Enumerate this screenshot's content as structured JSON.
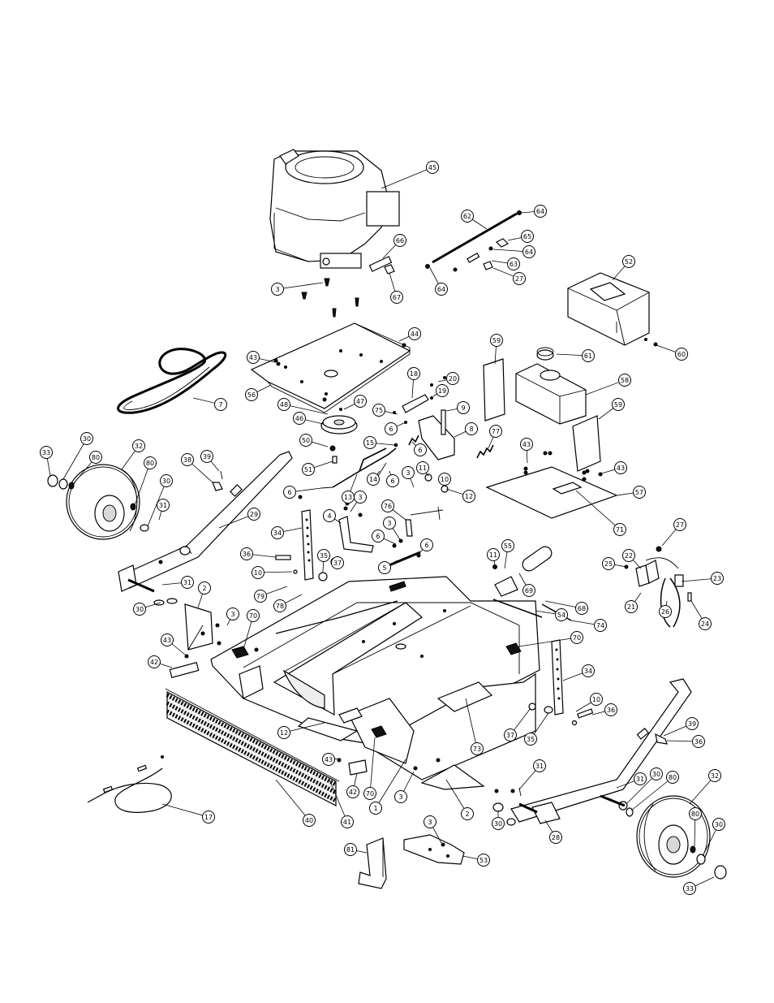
{
  "callouts": [
    {
      "id": "c45",
      "label": "45"
    },
    {
      "id": "c62",
      "label": "62"
    },
    {
      "id": "c64a",
      "label": "64"
    },
    {
      "id": "c65",
      "label": "65"
    },
    {
      "id": "c64b",
      "label": "64"
    },
    {
      "id": "c66",
      "label": "66"
    },
    {
      "id": "c63",
      "label": "63"
    },
    {
      "id": "c27a",
      "label": "27"
    },
    {
      "id": "c64c",
      "label": "64"
    },
    {
      "id": "c67",
      "label": "67"
    },
    {
      "id": "c3a",
      "label": "3"
    },
    {
      "id": "c52",
      "label": "52"
    },
    {
      "id": "c44",
      "label": "44"
    },
    {
      "id": "c43a",
      "label": "43"
    },
    {
      "id": "c60",
      "label": "60"
    },
    {
      "id": "c59a",
      "label": "59"
    },
    {
      "id": "c61",
      "label": "61"
    },
    {
      "id": "c18",
      "label": "18"
    },
    {
      "id": "c20",
      "label": "20"
    },
    {
      "id": "c19",
      "label": "19"
    },
    {
      "id": "c58",
      "label": "58"
    },
    {
      "id": "c56",
      "label": "56"
    },
    {
      "id": "c7",
      "label": "7"
    },
    {
      "id": "c48",
      "label": "48"
    },
    {
      "id": "c47",
      "label": "47"
    },
    {
      "id": "c9",
      "label": "9"
    },
    {
      "id": "c59b",
      "label": "59"
    },
    {
      "id": "c46",
      "label": "46"
    },
    {
      "id": "c75",
      "label": "75"
    },
    {
      "id": "c8",
      "label": "8"
    },
    {
      "id": "c77",
      "label": "77"
    },
    {
      "id": "c50",
      "label": "50"
    },
    {
      "id": "c15",
      "label": "15"
    },
    {
      "id": "c6a",
      "label": "6"
    },
    {
      "id": "c6b",
      "label": "6"
    },
    {
      "id": "c43b",
      "label": "43"
    },
    {
      "id": "c30a",
      "label": "30"
    },
    {
      "id": "c32a",
      "label": "32"
    },
    {
      "id": "c51",
      "label": "51"
    },
    {
      "id": "c11a",
      "label": "11"
    },
    {
      "id": "c10a",
      "label": "10"
    },
    {
      "id": "c43c",
      "label": "43"
    },
    {
      "id": "c33a",
      "label": "33"
    },
    {
      "id": "c80a",
      "label": "80"
    },
    {
      "id": "c38a",
      "label": "38"
    },
    {
      "id": "c39a",
      "label": "39"
    },
    {
      "id": "c3b",
      "label": "3"
    },
    {
      "id": "c14",
      "label": "14"
    },
    {
      "id": "c6c",
      "label": "6"
    },
    {
      "id": "c57",
      "label": "57"
    },
    {
      "id": "c80b",
      "label": "80"
    },
    {
      "id": "c30b",
      "label": "30"
    },
    {
      "id": "c6d",
      "label": "6"
    },
    {
      "id": "c13",
      "label": "13"
    },
    {
      "id": "c12a",
      "label": "12"
    },
    {
      "id": "c31a",
      "label": "31"
    },
    {
      "id": "c3c",
      "label": "3"
    },
    {
      "id": "c76",
      "label": "76"
    },
    {
      "id": "c71",
      "label": "71"
    },
    {
      "id": "c29",
      "label": "29"
    },
    {
      "id": "c4",
      "label": "4"
    },
    {
      "id": "c3d",
      "label": "3"
    },
    {
      "id": "c27b",
      "label": "27"
    },
    {
      "id": "c34a",
      "label": "34"
    },
    {
      "id": "c6e",
      "label": "6"
    },
    {
      "id": "c6f",
      "label": "6"
    },
    {
      "id": "c55",
      "label": "55"
    },
    {
      "id": "c11b",
      "label": "11"
    },
    {
      "id": "c36a",
      "label": "36"
    },
    {
      "id": "c35a",
      "label": "35"
    },
    {
      "id": "c25",
      "label": "25"
    },
    {
      "id": "c22",
      "label": "22"
    },
    {
      "id": "c5",
      "label": "5"
    },
    {
      "id": "c37a",
      "label": "37"
    },
    {
      "id": "c10b",
      "label": "10"
    },
    {
      "id": "c23",
      "label": "23"
    },
    {
      "id": "c31b",
      "label": "31"
    },
    {
      "id": "c69",
      "label": "69"
    },
    {
      "id": "c79",
      "label": "79"
    },
    {
      "id": "c2a",
      "label": "2"
    },
    {
      "id": "c78",
      "label": "78"
    },
    {
      "id": "c21",
      "label": "21"
    },
    {
      "id": "c68",
      "label": "68"
    },
    {
      "id": "c26",
      "label": "26"
    },
    {
      "id": "c30c",
      "label": "30"
    },
    {
      "id": "c54",
      "label": "54"
    },
    {
      "id": "c3e",
      "label": "3"
    },
    {
      "id": "c70a",
      "label": "70"
    },
    {
      "id": "c74",
      "label": "74"
    },
    {
      "id": "c24",
      "label": "24"
    },
    {
      "id": "c43d",
      "label": "43"
    },
    {
      "id": "c70b",
      "label": "70"
    },
    {
      "id": "c34b",
      "label": "34"
    },
    {
      "id": "c42a",
      "label": "42"
    },
    {
      "id": "c10c",
      "label": "10"
    },
    {
      "id": "c36b",
      "label": "36"
    },
    {
      "id": "c12b",
      "label": "12"
    },
    {
      "id": "c73",
      "label": "73"
    },
    {
      "id": "c37b",
      "label": "37"
    },
    {
      "id": "c35b",
      "label": "35"
    },
    {
      "id": "c39b",
      "label": "39"
    },
    {
      "id": "c36c",
      "label": "36"
    },
    {
      "id": "c43e",
      "label": "43"
    },
    {
      "id": "c31c",
      "label": "31"
    },
    {
      "id": "c70c",
      "label": "70"
    },
    {
      "id": "c3f",
      "label": "3"
    },
    {
      "id": "c30d",
      "label": "30"
    },
    {
      "id": "c80c",
      "label": "80"
    },
    {
      "id": "c32b",
      "label": "32"
    },
    {
      "id": "c31d",
      "label": "31"
    },
    {
      "id": "c42b",
      "label": "42"
    },
    {
      "id": "c1",
      "label": "1"
    },
    {
      "id": "c40",
      "label": "40"
    },
    {
      "id": "c41",
      "label": "41"
    },
    {
      "id": "c2b",
      "label": "2"
    },
    {
      "id": "c30e",
      "label": "30"
    },
    {
      "id": "c28",
      "label": "28"
    },
    {
      "id": "c80d",
      "label": "80"
    },
    {
      "id": "c17",
      "label": "17"
    },
    {
      "id": "c30f",
      "label": "30"
    },
    {
      "id": "c3g",
      "label": "3"
    },
    {
      "id": "c33b",
      "label": "33"
    },
    {
      "id": "c81",
      "label": "81"
    },
    {
      "id": "c53",
      "label": "53"
    }
  ]
}
